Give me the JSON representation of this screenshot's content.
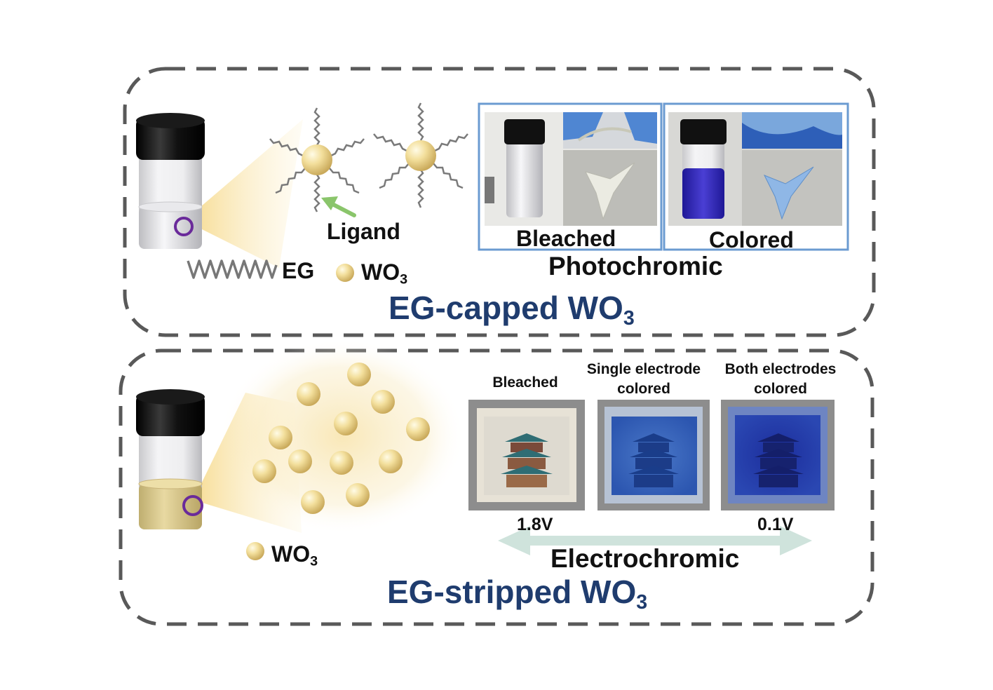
{
  "colors": {
    "title": "#1f3c6e",
    "dash_border": "#595959",
    "panel_border": "#6b9bd1",
    "particle": "#f0dc94",
    "glow": "#f7e0a0",
    "ligand_arrow": "#8ac56b",
    "double_arrow": "#cfe3dc",
    "blue_solution": "#3a2fc0",
    "yellow_solution": "#d9c98d"
  },
  "top": {
    "title_main": "EG-capped WO",
    "title_sub": "3",
    "ligand_label": "Ligand",
    "eg_label": "EG",
    "wo3_main": "WO",
    "wo3_sub": "3",
    "panel_bleached": "Bleached",
    "panel_colored": "Colored",
    "photochromic_label": "Photochromic"
  },
  "bottom": {
    "title_main": "EG-stripped WO",
    "title_sub": "3",
    "wo3_main": "WO",
    "wo3_sub": "3",
    "state_bleached": "Bleached",
    "state_single_line1": "Single electrode",
    "state_single_line2": "colored",
    "state_both_line1": "Both electrodes",
    "state_both_line2": "colored",
    "voltage_left": "1.8V",
    "voltage_right": "0.1V",
    "electrochromic_label": "Electrochromic"
  }
}
